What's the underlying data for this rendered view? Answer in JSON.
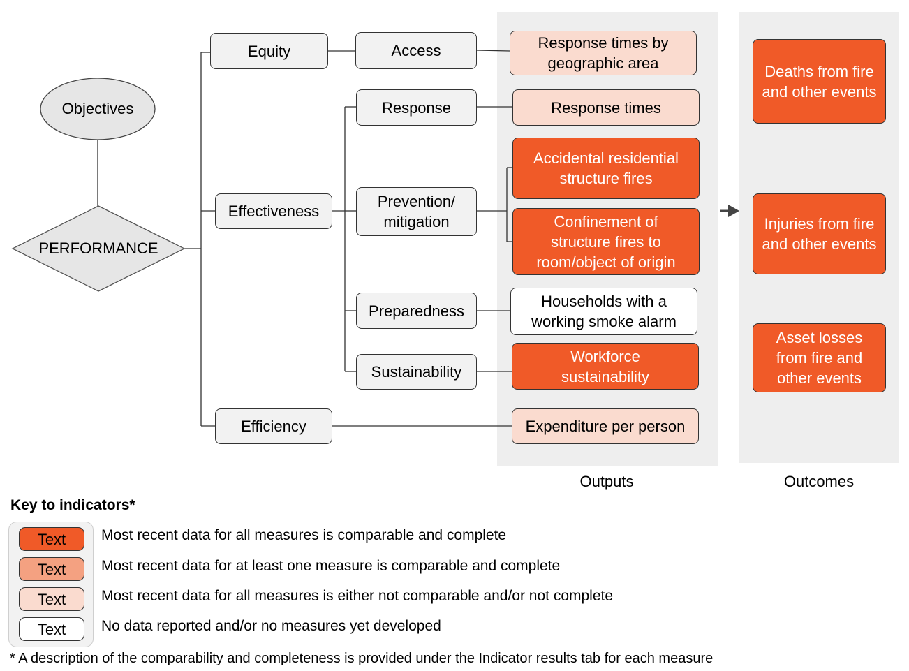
{
  "objectives_label": "Objectives",
  "performance_label": "PERFORMANCE",
  "level1": {
    "equity": "Equity",
    "effectiveness": "Effectiveness",
    "efficiency": "Efficiency"
  },
  "level2": {
    "access": "Access",
    "response": "Response",
    "prevention": "Prevention/ mitigation",
    "preparedness": "Preparedness",
    "sustainability": "Sustainability"
  },
  "outputs": {
    "response_times_geo": "Response times by geographic area",
    "response_times": "Response times",
    "accidental_fires": "Accidental residential structure fires",
    "confinement": "Confinement of structure fires to room/object of origin",
    "smoke_alarm": "Households with a working smoke alarm",
    "workforce": "Workforce sustainability",
    "expenditure": "Expenditure per person"
  },
  "outcomes": {
    "deaths": "Deaths from fire and other events",
    "injuries": "Injuries from fire and other events",
    "assets": "Asset losses from fire and other events"
  },
  "column_labels": {
    "outputs": "Outputs",
    "outcomes": "Outcomes"
  },
  "key": {
    "title": "Key to indicators*",
    "chip_text": "Text",
    "items": [
      {
        "color": "#f05a28",
        "text": "Most recent data for all measures is comparable and complete"
      },
      {
        "color": "#f4a181",
        "text": "Most recent data for at least one measure is comparable and complete"
      },
      {
        "color": "#fadbcf",
        "text": "Most recent data for all measures is either not comparable and/or not complete"
      },
      {
        "color": "#ffffff",
        "text": "No data reported and/or no measures yet developed"
      }
    ]
  },
  "footnote": "* A description of the comparability and completeness is provided under the Indicator results tab for each measure"
}
